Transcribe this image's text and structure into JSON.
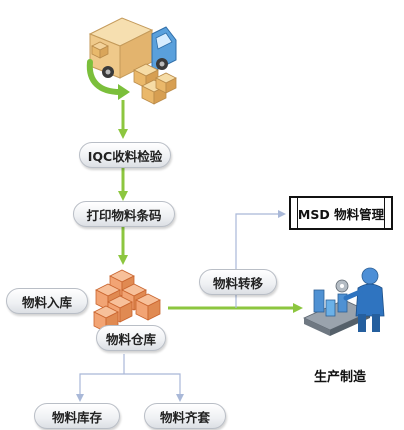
{
  "nodes": {
    "iqc": "IQC收料检验",
    "print_barcode": "打印物料条码",
    "warehouse_in": "物料入库",
    "warehouse": "物料仓库",
    "transfer": "物料转移",
    "msd": "MSD 物料管理",
    "production": "生产制造",
    "inventory": "物料库存",
    "kitting": "物料齐套"
  },
  "colors": {
    "flow_arrow": "#8cc63f",
    "branch_line": "#a9b8d8"
  }
}
